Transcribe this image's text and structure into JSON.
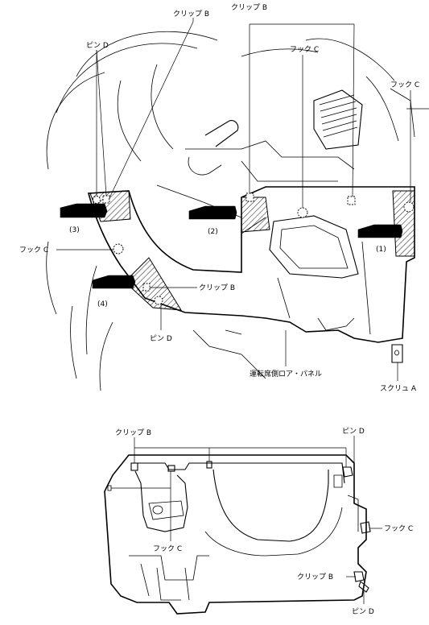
{
  "top_view": {
    "labels": {
      "clip_b_top_left": "クリップ B",
      "clip_b_top_right": "クリップ B",
      "pin_d_top": "ピン D",
      "hook_c_center": "フック C",
      "hook_c_right": "フック C",
      "hook_c_left": "フック C",
      "clip_b_lower": "クリップ B",
      "pin_d_lower": "ピン D",
      "panel_name": "運転席側ロア・パネル",
      "screw_a": "スクリュ A"
    },
    "step_numbers": [
      "(1)",
      "(2)",
      "(3)",
      "(4)"
    ]
  },
  "bottom_view": {
    "labels": {
      "clip_b_top_left": "クリップ B",
      "pin_d_top_right": "ピン D",
      "hook_c_right": "フック C",
      "hook_c_bottom": "フック C",
      "clip_b_bottom_right": "クリップ B",
      "pin_d_bottom_right": "ピン D"
    }
  }
}
